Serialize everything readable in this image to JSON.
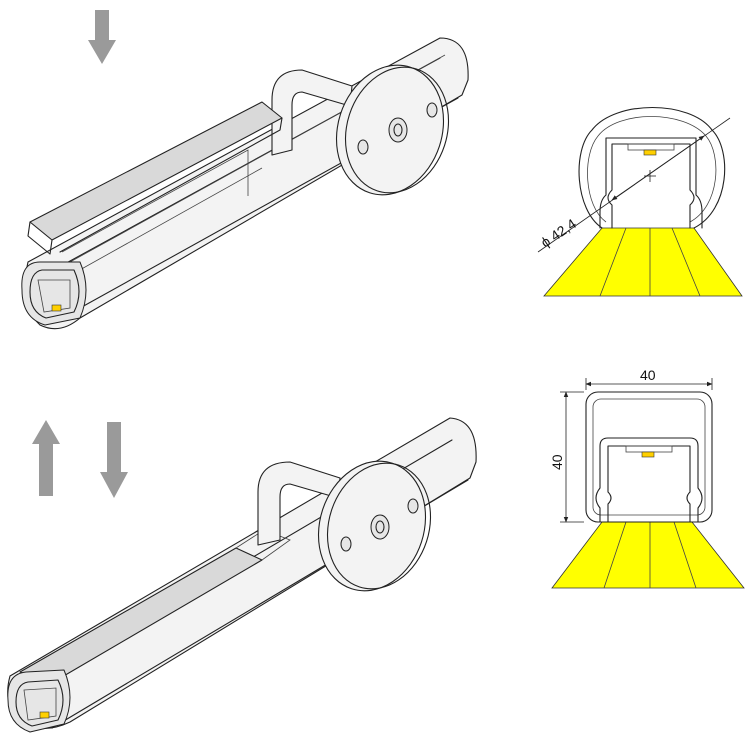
{
  "cross_section_round": {
    "diameter_label": "ϕ 42,4"
  },
  "cross_section_square": {
    "width_label": "40",
    "height_label": "40"
  },
  "colors": {
    "light_beam": "#ffff00",
    "arrow": "#9a9a9a",
    "led": "#ffd000"
  },
  "icons": [
    "arrow-down-icon",
    "arrow-up-icon"
  ]
}
